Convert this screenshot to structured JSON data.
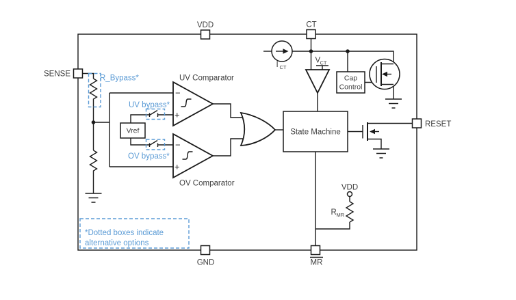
{
  "colors": {
    "accent_blue": "#5B9BD5",
    "line": "#1a1a1a",
    "label": "#3f3f3f",
    "background": "#ffffff"
  },
  "pins": {
    "vdd_top": "VDD",
    "ct": "CT",
    "sense": "SENSE",
    "reset": "RESET",
    "gnd": "GND",
    "mr": "MR",
    "vdd_mr": "VDD"
  },
  "blocks": {
    "state_machine": "State Machine",
    "cap_control_line1": "Cap",
    "cap_control_line2": "Control",
    "vref": "Vref"
  },
  "comparators": {
    "uv_label": "UV Comparator",
    "ov_label": "OV Comparator",
    "minus": "−",
    "plus": "+"
  },
  "components": {
    "ict_main": "I",
    "ict_sub": "CT",
    "vct_main": "V",
    "vct_sub": "CT",
    "rmr_main": "R",
    "rmr_sub": "MR"
  },
  "bypass": {
    "r_bypass": "R_Bypass*",
    "uv_bypass": "UV bypass*",
    "ov_bypass": "OV bypass*"
  },
  "note": {
    "line1": "*Dotted boxes indicate",
    "line2": "alternative options"
  }
}
